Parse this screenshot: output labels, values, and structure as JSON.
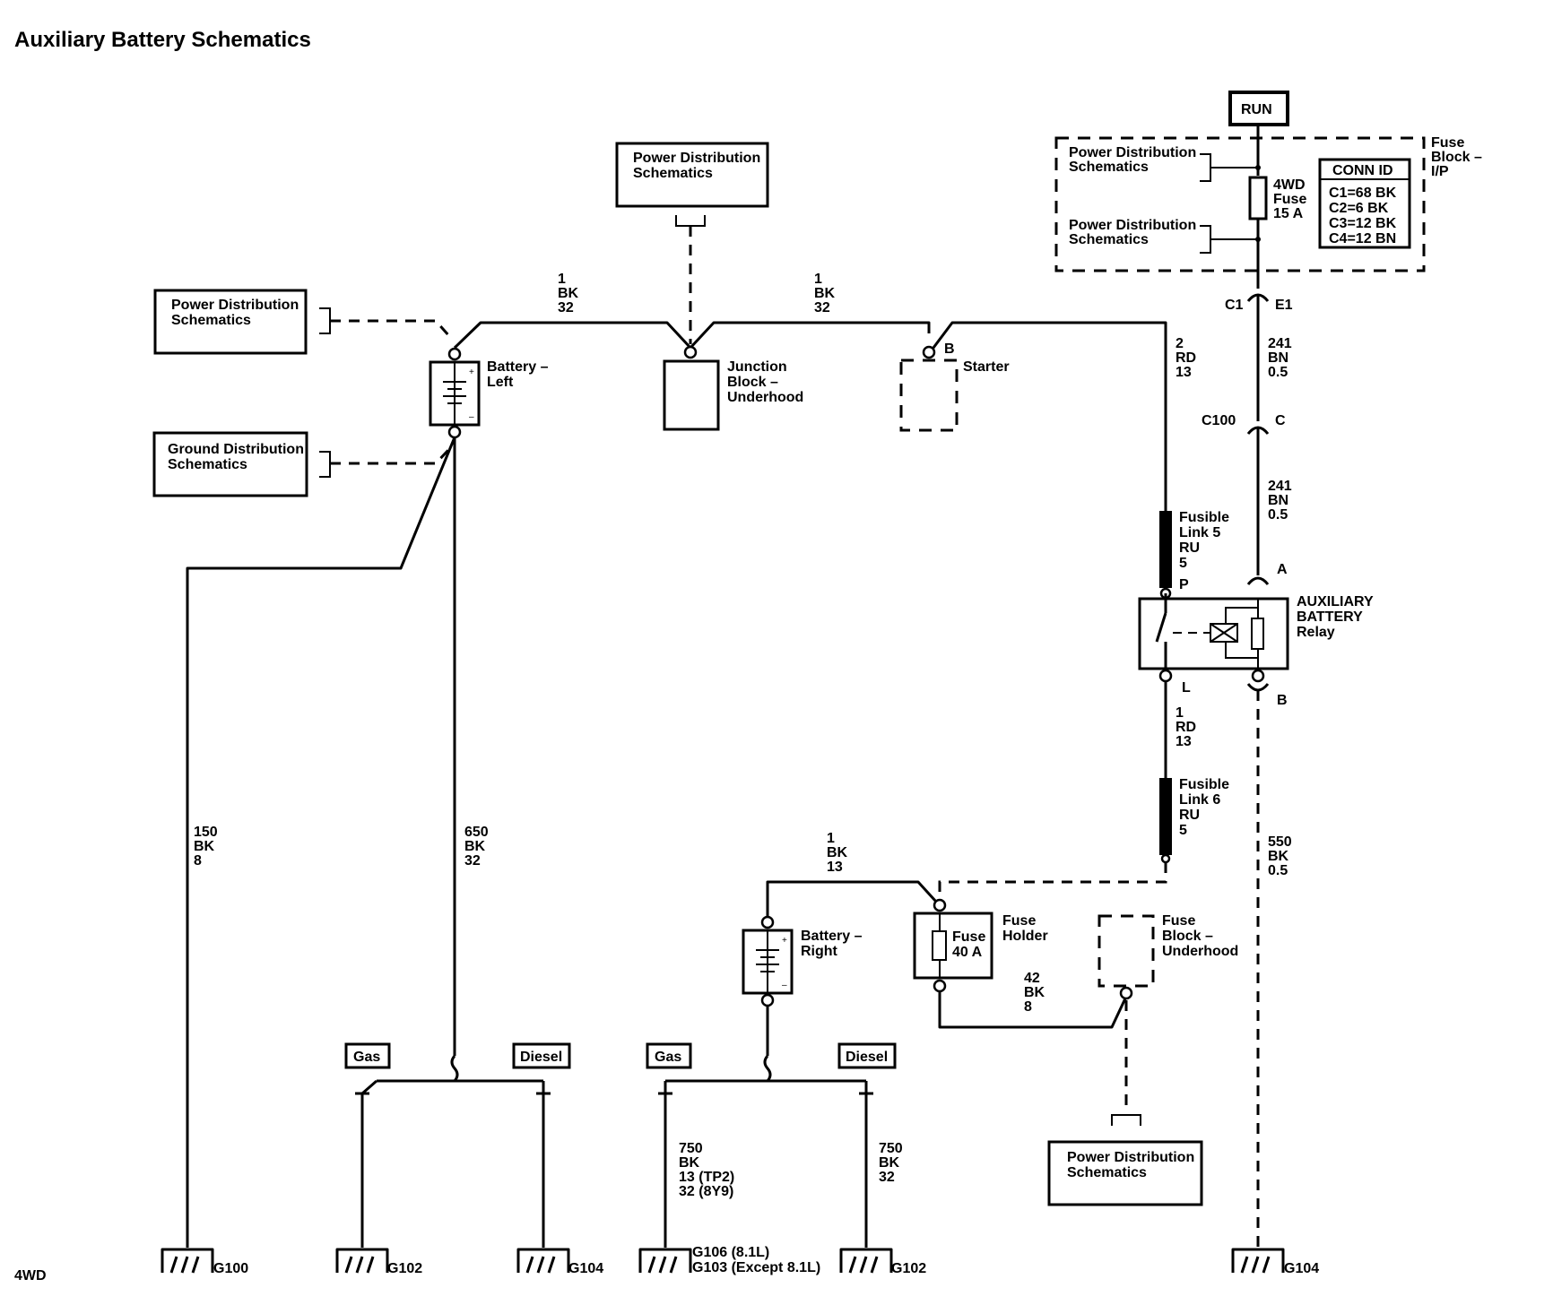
{
  "title": "Auxiliary Battery Schematics",
  "footer_variant": "4WD",
  "ref_boxes": {
    "pd_top": "Power Distribution\nSchematics",
    "pd_left": "Power Distribution\nSchematics",
    "gd_left": "Ground Distribution\nSchematics",
    "pd_fb1": "Power Distribution\nSchematics",
    "pd_fb2": "Power Distribution\nSchematics",
    "pd_bottom": "Power Distribution\nSchematics"
  },
  "power_mode": "RUN",
  "fuse_block_ip": {
    "label": "Fuse\nBlock –\nI/P",
    "fuse": "4WD\nFuse\n15 A",
    "conn_title": "CONN ID",
    "conn_rows": [
      "C1=68 BK",
      "C2=6 BK",
      "C3=12 BK",
      "C4=12 BN"
    ]
  },
  "components": {
    "battery_left": "Battery –\nLeft",
    "junction_block": "Junction\nBlock –\nUnderhood",
    "starter": "Starter",
    "starter_pin": "B",
    "fusible_link_5": "Fusible\nLink 5\nRU\n5",
    "fusible_link_6": "Fusible\nLink 6\nRU\n5",
    "relay": "AUXILIARY\nBATTERY\nRelay",
    "battery_right": "Battery –\nRight",
    "fuse_holder": "Fuse\nHolder",
    "fuse_40": "Fuse\n40 A",
    "fuse_block_uh": "Fuse\nBlock –\nUnderhood"
  },
  "connectors": {
    "c1": "C1",
    "e1": "E1",
    "c100": "C100",
    "c": "C",
    "a": "A",
    "b": "B",
    "p": "P",
    "l": "L"
  },
  "wires": {
    "w1": "1\nBK\n32",
    "w2": "1\nBK\n32",
    "w3": "2\nRD\n13",
    "w4": "241\nBN\n0.5",
    "w5": "241\nBN\n0.5",
    "w6": "1\nRD\n13",
    "w7": "550\nBK\n0.5",
    "w8": "150\nBK\n8",
    "w9": "650\nBK\n32",
    "w10": "1\nBK\n13",
    "w11": "42\nBK\n8",
    "w12": "750\nBK\n13 (TP2)\n32 (8Y9)",
    "w13": "750\nBK\n32"
  },
  "options": {
    "gas1": "Gas",
    "diesel1": "Diesel",
    "gas2": "Gas",
    "diesel2": "Diesel"
  },
  "grounds": {
    "g100": "G100",
    "g102a": "G102",
    "g104a": "G104",
    "g106": "G106 (8.1L)\nG103 (Except 8.1L)",
    "g102b": "G102",
    "g104b": "G104"
  }
}
